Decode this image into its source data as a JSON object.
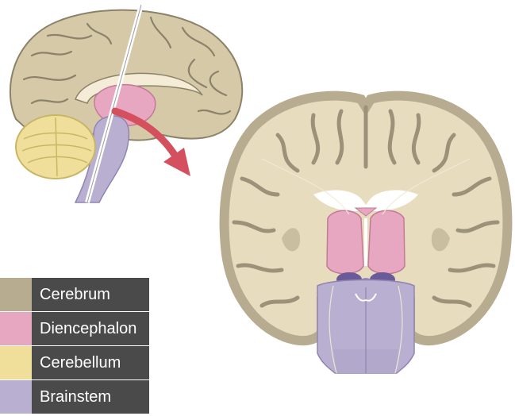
{
  "colors": {
    "cerebrum": "#b7ac8f",
    "cerebrum_fill": "#e7dcbe",
    "cerebrum_dark": "#8c826a",
    "diencephalon": "#e79bb4",
    "cerebellum": "#eedb93",
    "brainstem": "#b8aed0",
    "arrow": "#d4505e",
    "legend_bg": "#4a4a4a",
    "legend_text": "#ffffff"
  },
  "legend": {
    "items": [
      {
        "label": "Cerebrum",
        "color": "#b7ac8f"
      },
      {
        "label": "Diencephalon",
        "color": "#e8a7c1"
      },
      {
        "label": "Cerebellum",
        "color": "#efdf9a"
      },
      {
        "label": "Brainstem",
        "color": "#b9b0d1"
      }
    ]
  },
  "icons": {
    "sagittal": "sagittal-brain-icon",
    "coronal": "coronal-brain-icon",
    "arrow": "direction-arrow-icon"
  }
}
